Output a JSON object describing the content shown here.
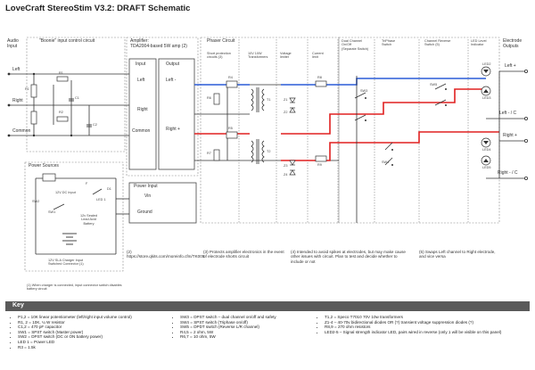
{
  "title": "LoveCraft StereoStim V3.2: DRAFT Schematic",
  "sections": {
    "audio_input": "Audio\nInput",
    "boonie": "\"Boonie\" input control circuit",
    "amplifier": "Amplifier:\nTDA2004-based 5W amp (2)",
    "amp_input": "Input",
    "amp_output": "Output",
    "phaser": "Phaser Circuit",
    "short_protection": "Short protection\ncircuits (3)",
    "transformers": "10V 10W\nTransformers",
    "voltage_limiter": "Voltage\nlimiter",
    "current_limit": "Current\nlimit",
    "dual_channel": "Dual Channel\nOn/Off\n(Separate Switch)",
    "triphase": "TriPhase\nSwitch",
    "channel_reverse": "Channel Reverse\nSwitch (5)",
    "led_indicator": "LED Level\nIndicator",
    "electrode_outputs": "Electrode\nOutputs",
    "power_sources": "Power Sources",
    "power_input": "Power Input",
    "vin": "Vin",
    "ground": "Ground",
    "dc_input": "12V DC Input",
    "battery": "12v Sealed\nLead Acid\nBattery",
    "charger": "12V SLA Charger Input\nSwitched Connector (1)",
    "fuse": "F",
    "d1": "D1"
  },
  "signals": {
    "left": "Left",
    "right": "Right",
    "common": "Common",
    "left_minus": "Left -",
    "right_plus": "Right +",
    "out_left_plus": "Left +",
    "out_left_c": "Left - / C",
    "out_right_plus": "Right +",
    "out_right_c": "Right - / C"
  },
  "components": {
    "p1": "P1",
    "r1": "R1",
    "r2": "R2",
    "c1": "C1",
    "c2": "C2",
    "r4": "R4",
    "r5": "R5",
    "r6": "R6",
    "r7": "R7",
    "r8": "R8",
    "r9": "R9",
    "t1": "T1",
    "t2": "T2",
    "z1": "Z1",
    "z2": "Z2",
    "z3": "Z3",
    "z4": "Z4",
    "sw1": "SW1",
    "sw2": "SW2",
    "sw3": "SW3",
    "sw4": "SW4",
    "sw5": "SW5",
    "led1": "LED1",
    "led2": "LED2",
    "led3": "LED3",
    "led4": "LED4",
    "led5": "LED5",
    "led_legend": "LED 1"
  },
  "notes": {
    "n1": "(1) When charger is connected, input connector switch disables battery circuit",
    "n2": "(2) https://store.qkits.com/moreinfo.cfm/TK005",
    "n3": "(3) Protects amplifier electronics in the event of electrode shorts circuit",
    "n4": "(4) Intended to avoid spikes at electrodes, but may make cause other issues with circuit. Plan to test and decide whether to include or not",
    "n5": "(5) Swaps Left channel to Right electrode, and vice versa"
  },
  "key": {
    "heading": "Key",
    "col1": [
      "P1,2 = 10K linear potentiometer (left/right input volume control)",
      "R1, 2 = 10K, ¼ W resistor",
      "C1,2 = 470 pF capacitor",
      "SW1 = SPST switch (Master power)",
      "SW2 = DPST switch (DC or ON battery power)",
      "LED 1 = Power LED",
      "R3 = 1.5k"
    ],
    "col2": [
      "SW3 = DPST switch – dual channel on/off and safety",
      "SW4 = SPST switch (Triphase on/off)",
      "SW5 = DPDT switch (Reverse L/R channel)",
      "R4,5 = 2 ohm, 5W",
      "R6,7 = 10 ohm, 5W"
    ],
    "col3": [
      "T1,2 = Speco T7010 70V 10w transformers",
      "Z1-4 – 40-70v bidirectional diodes OR (?) transient voltage suppression diodes (?)",
      "R8,9 = 270 ohm resistors",
      "LED2-5 – Signal strength indicator LED, pairs wired in reverse (only 1 will be visible on this panel)"
    ]
  }
}
